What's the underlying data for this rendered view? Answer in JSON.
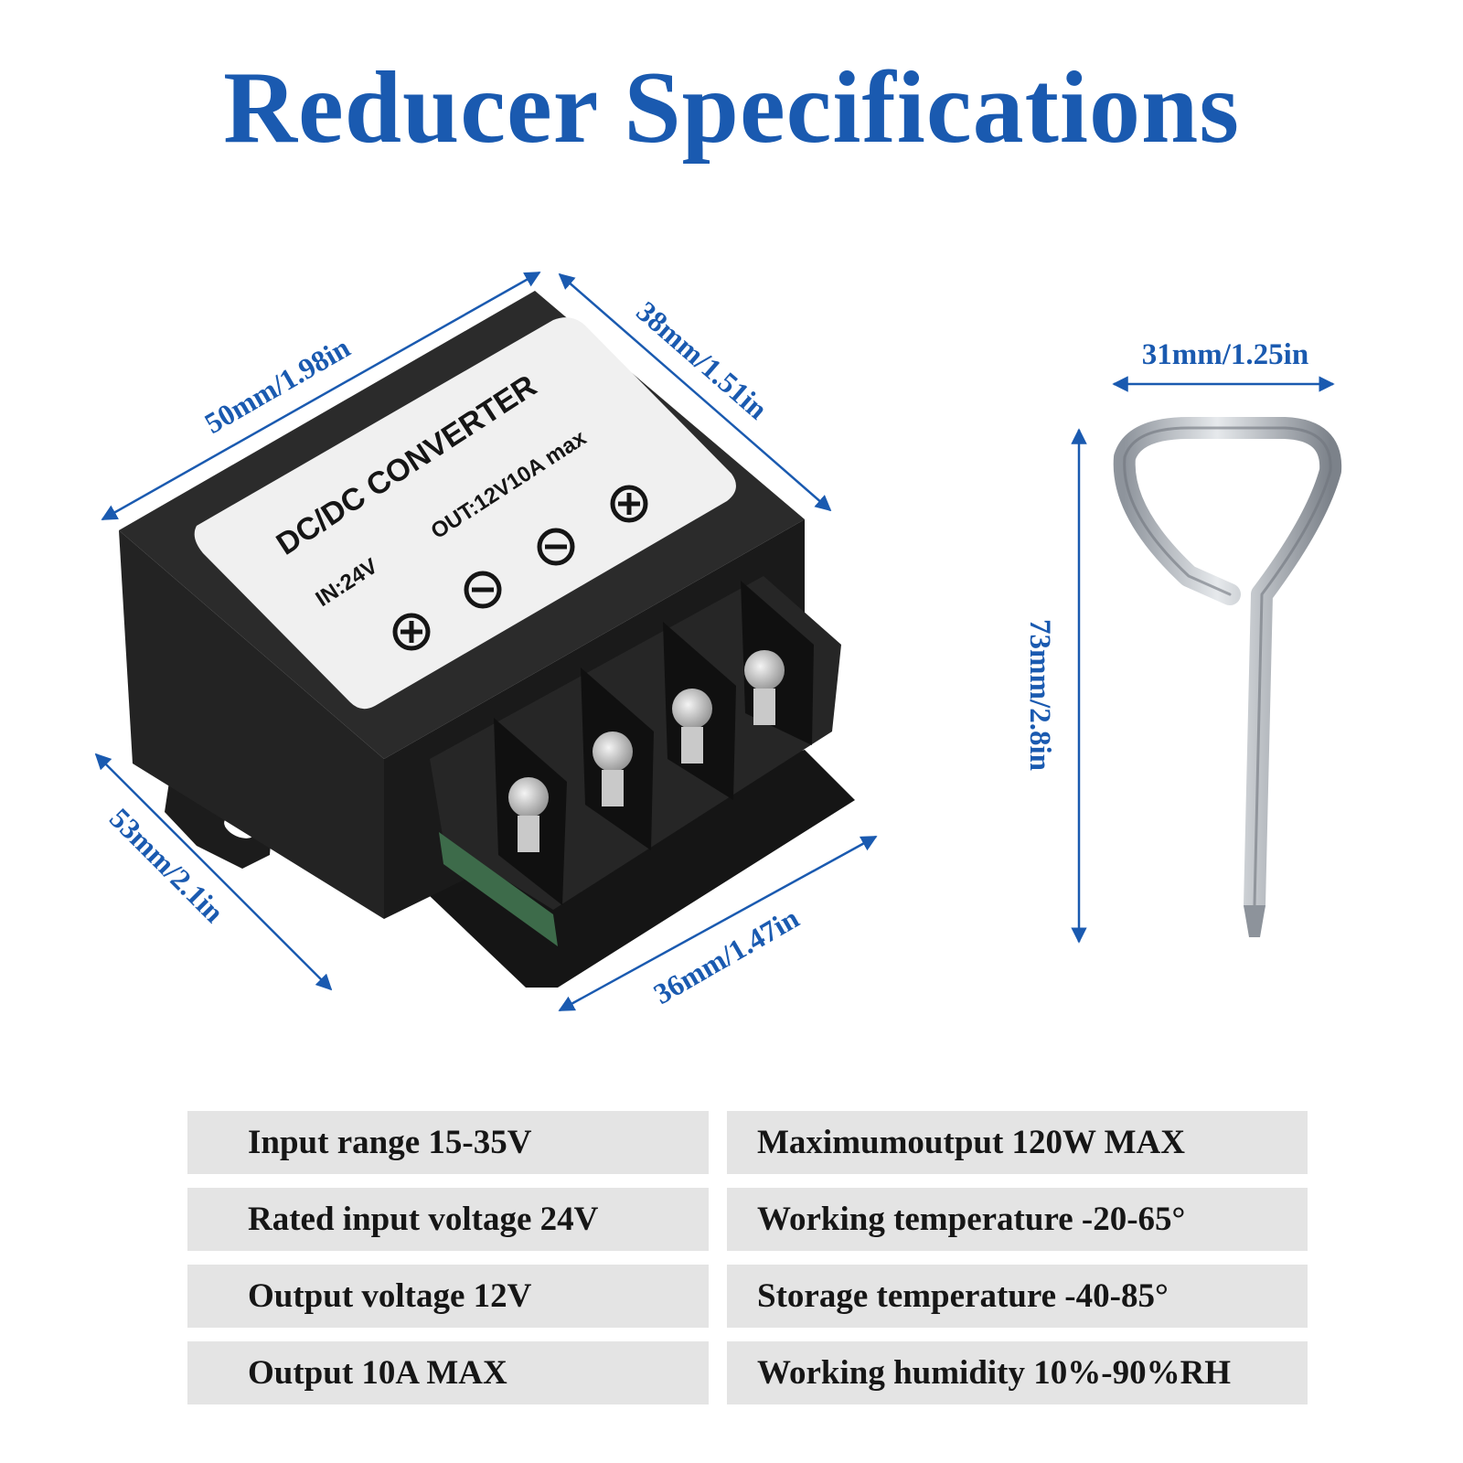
{
  "title": "Reducer Specifications",
  "colors": {
    "title": "#1a5ab0",
    "dimension": "#1a5ab0",
    "spec_background": "#e4e4e4",
    "spec_text": "#161616",
    "device_body": "#1f1f1f",
    "label_background": "#f0f0f0",
    "wrench_metal": "#b8bcc2"
  },
  "dimensions": {
    "width": "50mm/1.98in",
    "depth": "38mm/1.51in",
    "length": "53mm/2.1in",
    "terminal_width": "36mm/1.47in",
    "wrench_width": "31mm/1.25in",
    "wrench_height": "73mm/2.8in"
  },
  "device_label": {
    "title": "DC/DC CONVERTER",
    "input": "IN:24V",
    "output": "OUT:12V10A max"
  },
  "specs": {
    "left": [
      "Input range 15-35V",
      "Rated input voltage 24V",
      "Output voltage 12V",
      "Output 10A MAX"
    ],
    "right": [
      "Maximumoutput 120W MAX",
      "Working temperature -20-65°",
      "Storage temperature -40-85°",
      "Working humidity 10%-90%RH"
    ]
  }
}
